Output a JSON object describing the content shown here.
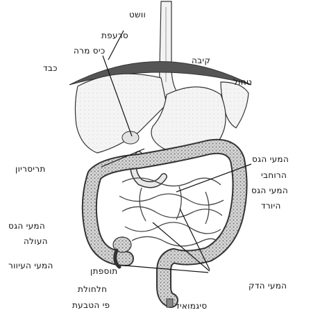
{
  "labels": {
    "esophagus": "וושט",
    "diaphragm": "סרעפת",
    "gallbladder": "כיס מרה",
    "liver": "כבד",
    "stomach": "קיבה",
    "spleen": "טחול",
    "transverse_colon_1": "המעי הגס",
    "transverse_colon_2": "הרוחבי",
    "duodenum": "תריסריון",
    "descending_colon_1": "המעי הגס",
    "descending_colon_2": "היורד",
    "ascending_colon_1": "המעי הגס",
    "ascending_colon_2": "העולה",
    "cecum": "המעי העיוור",
    "appendix": "תוספתן",
    "small_intestine": "המעי הדק",
    "rectum": "חלחולת",
    "sigmoid": "סיגמואיד",
    "anus": "פי הטבעת"
  },
  "colors": {
    "diaphragm": "#555555",
    "colon_texture": "#8a8a8a",
    "outline": "#333333"
  }
}
